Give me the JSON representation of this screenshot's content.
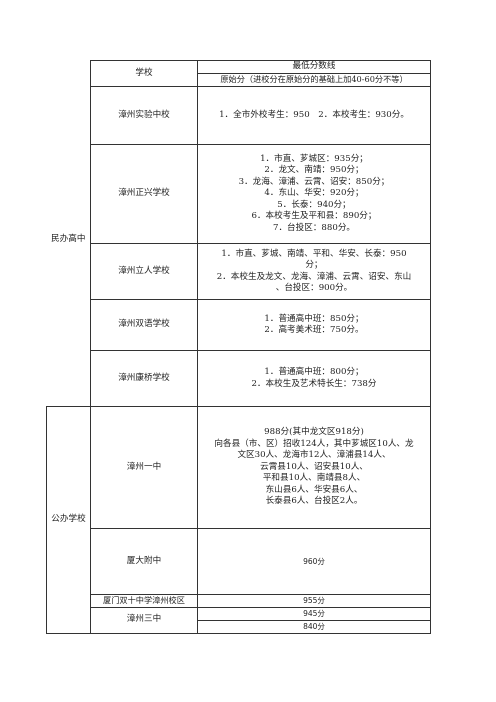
{
  "header": {
    "school_col": "学校",
    "score_col": "最低分数线",
    "score_note": "原始分（进校分在原始分的基础上加40-60分不等）"
  },
  "categories": {
    "private": "民办高中",
    "public": "公办学校"
  },
  "rows": [
    {
      "school": "漳州实验中校",
      "lines": [
        "1．全市外校考生：950　2．本校考生：930分。"
      ]
    },
    {
      "school": "漳州正兴学校",
      "lines": [
        "1．市直、芗城区：935分；",
        "2．龙文、南靖：950分；",
        "3．龙海、漳浦、云霄、诏安：850分；",
        "4．东山、华安：920分；",
        "5．长泰：940分；",
        "6．本校考生及平和县：890分；",
        "7．台投区：880分。"
      ]
    },
    {
      "school": "漳州立人学校",
      "lines": [
        "1．市直、芗城、南靖、平和、华安、长泰：950",
        "分；",
        "2．本校生及龙文、龙海、漳浦、云霄、诏安、东山",
        "、台投区：900分。"
      ]
    },
    {
      "school": "漳州双语学校",
      "lines": [
        "1．普通高中班：850分；",
        "2．高考美术班：750分。"
      ]
    },
    {
      "school": "漳州康桥学校",
      "lines": [
        "1．普通高中班：800分；",
        "2．本校生及艺术特长生：738分"
      ]
    },
    {
      "school": "漳州一中",
      "lines": [
        "988分(其中龙文区918分)",
        "向各县（市、区）招收124人，其中芗城区10人、龙",
        "文区30人、龙海市12人、漳浦县14人、",
        "云霄县10人、诏安县10人、",
        "平和县10人、南靖县8人、",
        "东山县6人、华安县6人、",
        "长泰县6人、台投区2人。"
      ]
    },
    {
      "school": "厦大附中",
      "lines": [
        "960分"
      ]
    },
    {
      "school": "厦门双十中学漳州校区",
      "lines": [
        "955分"
      ]
    },
    {
      "school": "漳州三中",
      "lines": [
        "945分"
      ]
    },
    {
      "school": "",
      "lines": [
        "840分"
      ]
    }
  ]
}
